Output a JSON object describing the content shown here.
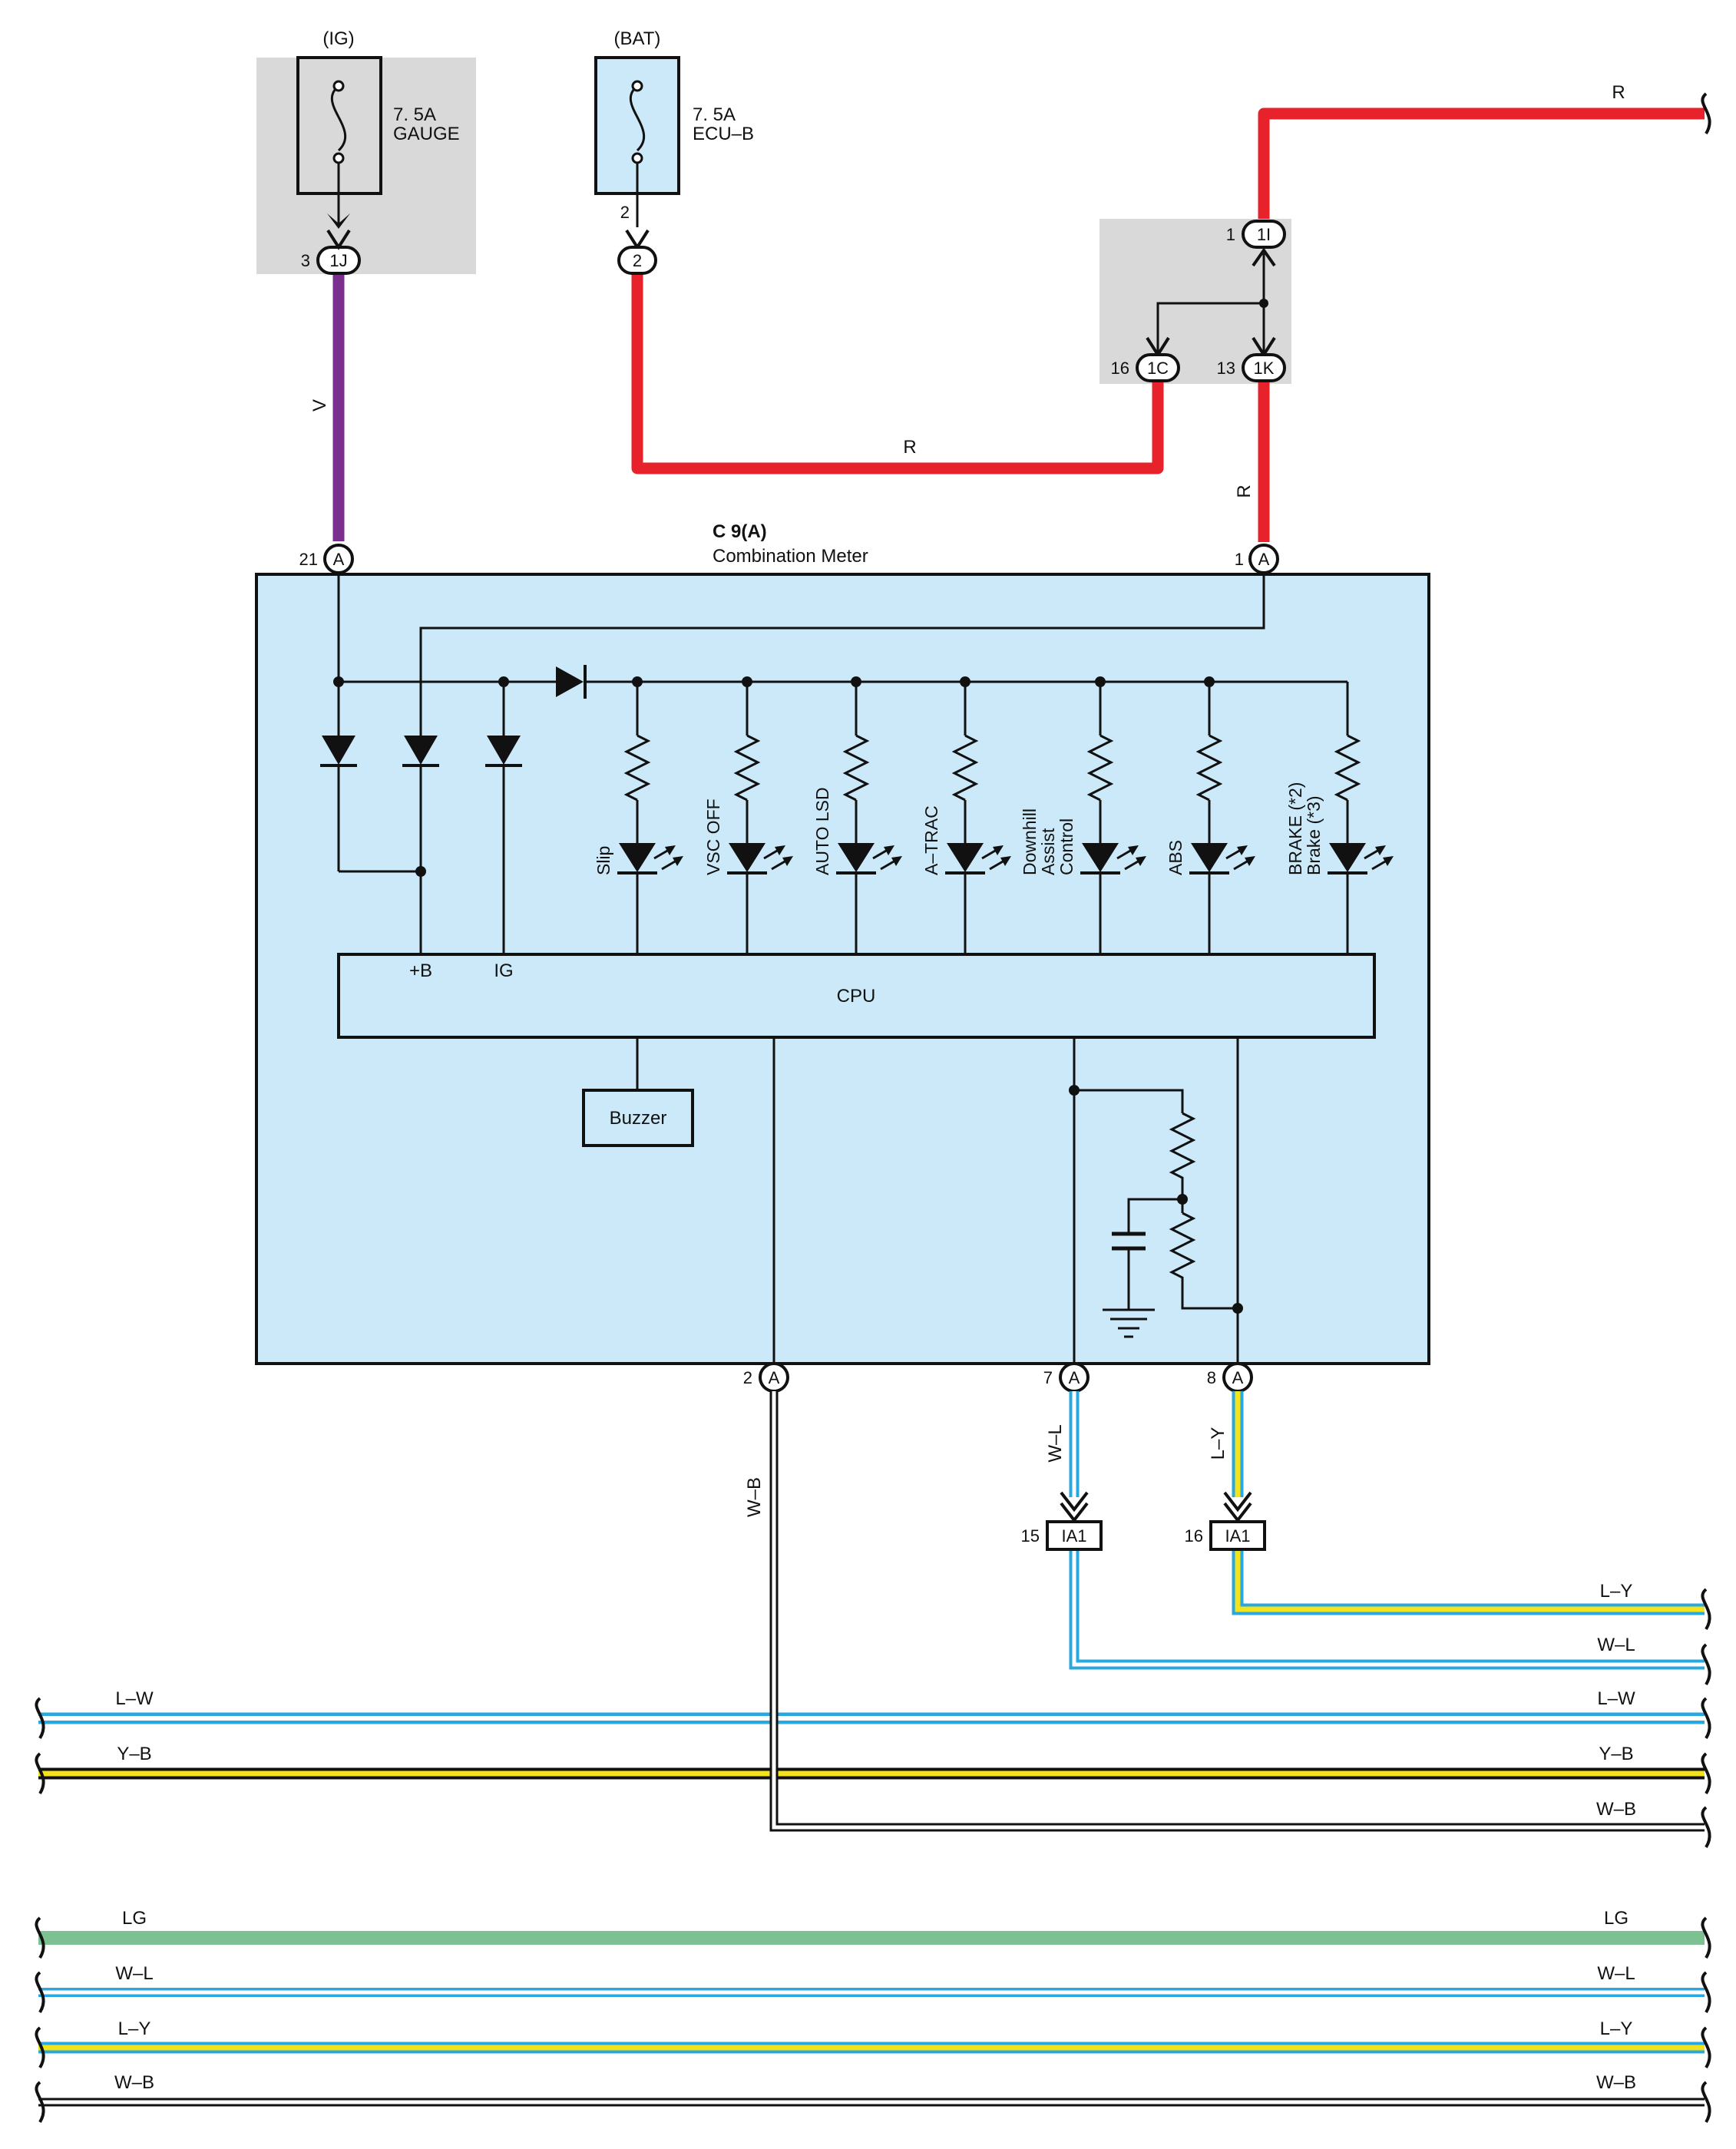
{
  "colors": {
    "red": "#e8222b",
    "violet": "#7a2e8e",
    "blue": "#29a8e0",
    "yellow": "#f2e31c",
    "green": "#7dc193",
    "meter_fill": "#cbe9f8",
    "fuse_box_gray": "#d9d9d9",
    "black": "#111111"
  },
  "fuses": {
    "ig": {
      "source": "(IG)",
      "rating": "7. 5A",
      "name": "GAUGE",
      "pin": "3",
      "connector": "1J"
    },
    "bat": {
      "source": "(BAT)",
      "rating": "7. 5A",
      "name": "ECU–B",
      "pin_top": "2",
      "connector": "2"
    }
  },
  "junction": {
    "top": {
      "pin": "1",
      "connector": "1I"
    },
    "left": {
      "pin": "16",
      "connector": "1C"
    },
    "right": {
      "pin": "13",
      "connector": "1K"
    }
  },
  "meter": {
    "id": "C 9(A)",
    "name": "Combination Meter",
    "cpu": "CPU",
    "plus_b": "+B",
    "ig": "IG",
    "buzzer": "Buzzer",
    "pins": {
      "p21": {
        "num": "21",
        "letter": "A"
      },
      "p1": {
        "num": "1",
        "letter": "A"
      },
      "p2": {
        "num": "2",
        "letter": "A"
      },
      "p7": {
        "num": "7",
        "letter": "A"
      },
      "p8": {
        "num": "8",
        "letter": "A"
      }
    },
    "indicators": [
      {
        "lines": [
          "Slip"
        ]
      },
      {
        "lines": [
          "VSC OFF"
        ]
      },
      {
        "lines": [
          "AUTO LSD"
        ]
      },
      {
        "lines": [
          "A–TRAC"
        ]
      },
      {
        "lines": [
          "Downhill",
          "Assist",
          "Control"
        ]
      },
      {
        "lines": [
          "ABS"
        ]
      },
      {
        "lines": [
          "BRAKE (*2)",
          "Brake (*3)"
        ]
      }
    ]
  },
  "wires": {
    "v": "V",
    "r_top": "R",
    "r_mid": "R",
    "r_vert": "R",
    "wb": "W–B",
    "wl": "W–L",
    "ly": "L–Y"
  },
  "ia1": {
    "left": {
      "pin": "15",
      "connector": "IA1"
    },
    "right": {
      "pin": "16",
      "connector": "IA1"
    }
  },
  "buses": {
    "ly_right": "L–Y",
    "wl_right": "W–L",
    "lw_left": "L–W",
    "lw_right": "L–W",
    "yb_left": "Y–B",
    "yb_right": "Y–B",
    "wb_right": "W–B",
    "lg_left": "LG",
    "lg_right": "LG",
    "wl_left2": "W–L",
    "wl_right2": "W–L",
    "ly_left2": "L–Y",
    "ly_right2": "L–Y",
    "wb_left2": "W–B",
    "wb_right2": "W–B"
  }
}
